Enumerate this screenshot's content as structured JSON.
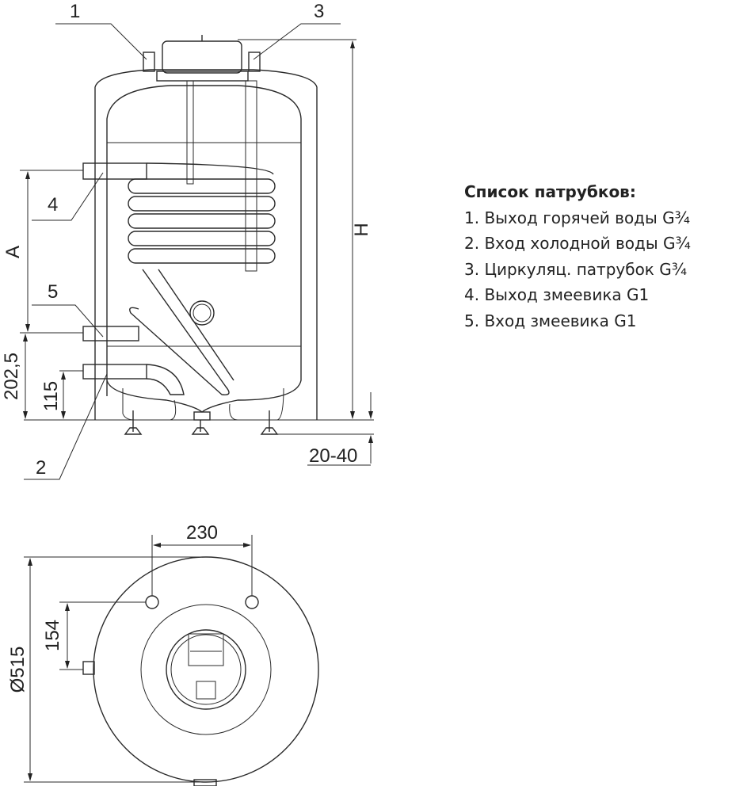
{
  "callouts": [
    "1",
    "2",
    "3",
    "4",
    "5"
  ],
  "dimensions": {
    "height": "H",
    "coil_height": "A",
    "inlet_height": "202,5",
    "cold_inlet_height": "115",
    "feet_adjust": "20-40",
    "pipe_spacing": "230",
    "pipe_offset": "154",
    "diameter": "Ø515"
  },
  "legend": {
    "title": "Список патрубков:",
    "items": [
      "1. Выход горячей воды G¾",
      "2. Вход холодной воды G¾",
      "3. Циркуляц. патрубок G¾",
      "4. Выход змеевика G1",
      "5. Вход змеевика G1"
    ]
  }
}
